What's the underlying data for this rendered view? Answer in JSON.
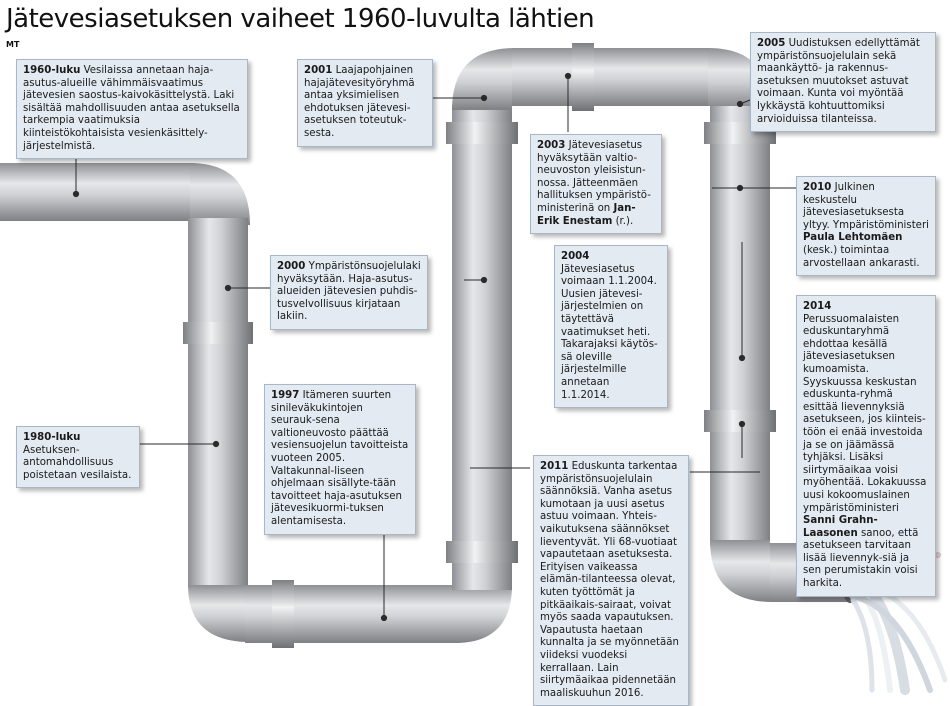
{
  "title": "Jätevesiasetuksen vaiheet 1960-luvulta lähtien",
  "source": "MT",
  "events": [
    {
      "id": "1960",
      "year": "1960-luku",
      "text": " Vesilaissa annetaan haja-asutus-alueille vähimmäisvaatimus jätevesien saostus-kaivokäsittelystä. Laki sisältää mahdollisuuden antaa asetuksella tarkempia vaatimuksia kiinteistökohtaisista vesienkäsittely-järjestelmistä."
    },
    {
      "id": "1980",
      "year": "1980-luku",
      "text": " Asetuksen-antomahdollisuus poistetaan vesilaista."
    },
    {
      "id": "1997",
      "year": "1997",
      "text": " Itämeren suurten sinilevä­kukintojen seurauk-sena valtioneuvosto päättää vesiensuojelun tavoitteista vuoteen 2005. Valtakunnal-liseen ohjelmaan sisällyte-tään tavoitteet haja-asutuksen jätevesikuormi-tuksen alentamisesta."
    },
    {
      "id": "2000",
      "year": "2000",
      "text": " Ympäristönsuojelulaki hyväksytään. Haja-asutus-alueiden jätevesien puhdis-tusvelvollisuus kirjataan lakiin."
    },
    {
      "id": "2001",
      "year": "2001",
      "text": " Laajapohjainen hajajätevesityöryhmä antaa yksimielisen ehdotuksen jätevesi-asetuksen toteutuk-sesta."
    },
    {
      "id": "2003",
      "year": "2003",
      "text": " Jätevesiasetus hyväksytään valtio-neuvoston yleisistun-nossa. Jätteenmäen hallituksen ympäristö-ministerinä on ",
      "person": "Jan-Erik Enestam",
      "suffix": " (r.)."
    },
    {
      "id": "2004",
      "year": "2004",
      "text": " Jätevesiasetus voimaan 1.1.2004. Uusien jätevesi-järjestelmien on täytettävä vaatimukset heti. Takarajaksi käytös-sä oleville järjestelmille annetaan 1.1.2014."
    },
    {
      "id": "2005",
      "year": "2005",
      "text": " Uudistuksen edellyttämät ympäristönsuojelulain sekä maankäyttö- ja rakennus-asetuksen muutokset astuvat voimaan. Kunta voi myöntää lykkäystä kohtuuttomiksi arvioiduissa tilanteissa."
    },
    {
      "id": "2010",
      "year": "2010",
      "text": " Julkinen keskustelu jätevesiasetuksesta yltyy. Ympäristöministeri ",
      "person": "Paula Lehtomäen",
      "suffix": " (kesk.) toimintaa arvostellaan ankarasti."
    },
    {
      "id": "2011",
      "year": "2011",
      "text": " Eduskunta tarkentaa ympäristönsuojelulain säännöksiä. Vanha asetus kumotaan ja uusi asetus astuu voimaan. Yhteis-vaikutuksena säännökset lieventyvät. Yli 68-vuotiaat vapautetaan asetuksesta. Erityisen vaikeassa elämän-tilanteessa olevat, kuten työttömät ja pitkäaikais-sairaat, voivat myös saada vapautuksen. Vapautusta haetaan kunnalta ja se myönnetään viideksi vuodeksi kerrallaan. Lain siirtymäaikaa pidennetään maaliskuuhun 2016."
    },
    {
      "id": "2014",
      "year": "2014",
      "text": " Perussuomalaisten eduskuntaryhmä ehdottaa kesällä jätevesiasetuksen kumoamista. Syyskuussa keskustan eduskunta-ryhmä esittää lievennyksiä asetukseen, jos kiinteis-töön ei enää investoida ja se on jäämässä tyhjäksi. Lisäksi siirtymäaikaa voisi myöhentää. Lokakuussa uusi kokoomuslainen ympäristöministeri ",
      "person": "Sanni Grahn-Laasonen",
      "suffix": " sanoo, että asetukseen tarvitaan lisää lievennyk-siä ja sen perumistakin voisi harkita."
    }
  ],
  "colors": {
    "box_bg": "#e4eaf2",
    "box_border": "#a9b6c6",
    "pipe_dark": "#8e9094",
    "pipe_light": "#e6e7e9",
    "connector": "#2a2a2a"
  }
}
